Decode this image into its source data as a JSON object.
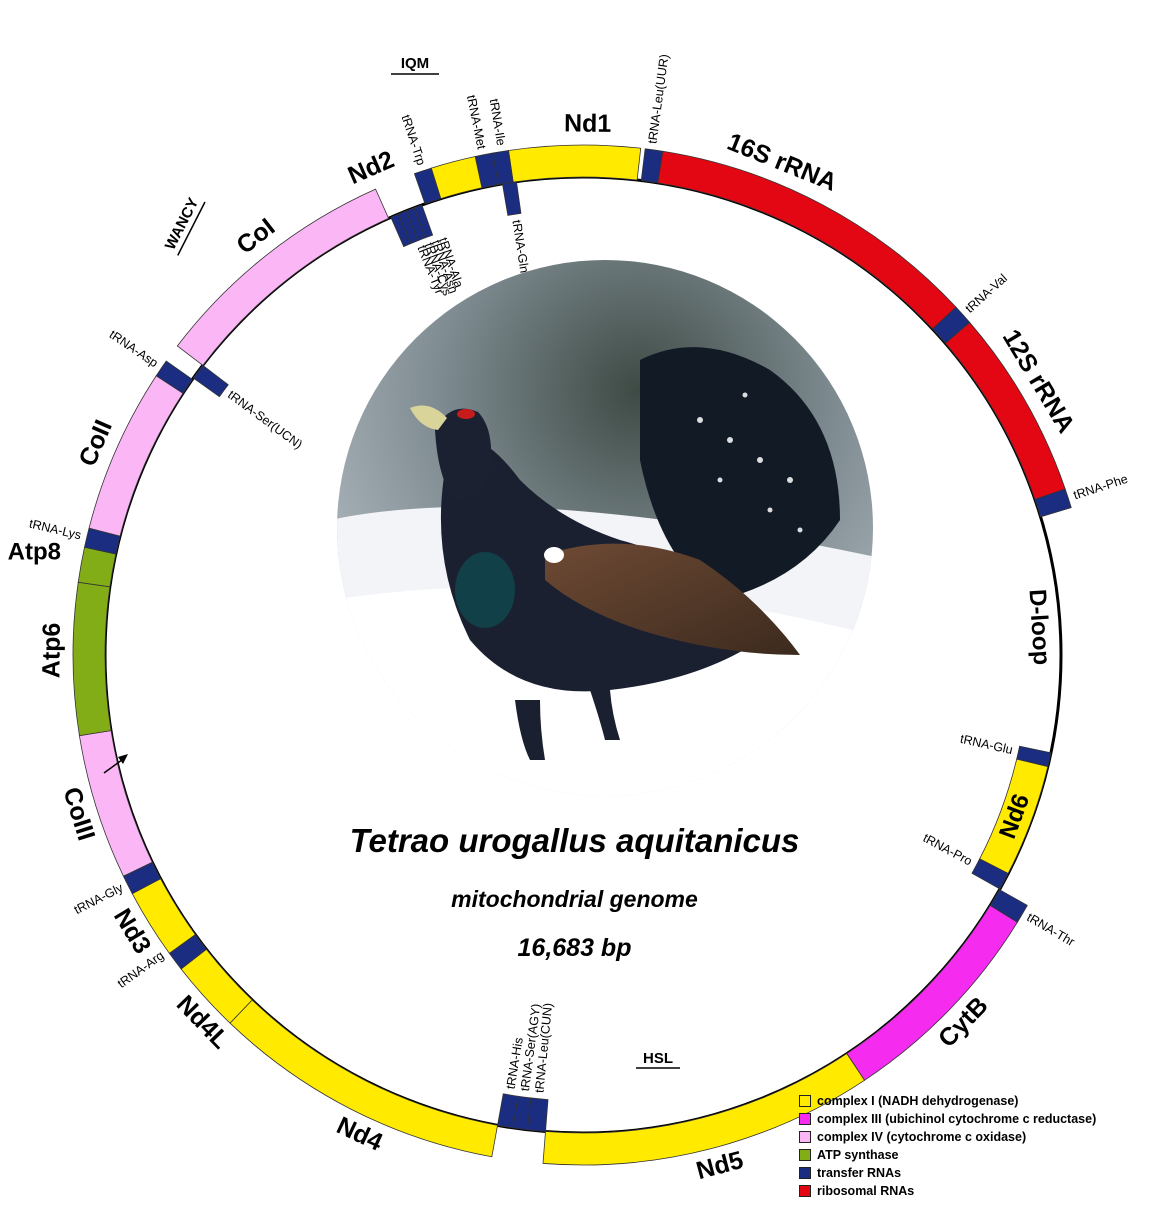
{
  "title": {
    "species": "Tetrao urogallus aquitanicus",
    "subtitle": "mitochondrial genome",
    "length": "16,683 bp"
  },
  "colors": {
    "complexI": "#ffea00",
    "complexIII": "#f52bef",
    "complexIV": "#fbb6f6",
    "atp": "#83ad17",
    "trna": "#1a2d80",
    "rrna": "#e30613"
  },
  "genes": [
    {
      "id": "nd1",
      "name": "Nd1",
      "cls": "complexI",
      "start": 351.6,
      "end": 6.5,
      "label_angle": 0.5,
      "size": 25
    },
    {
      "id": "trna-leu-uur",
      "name": "tRNA-Leu(UUR)",
      "cls": "trna",
      "start": 7.0,
      "end": 9.0,
      "label_angle": 7.8
    },
    {
      "id": "16s-rrna",
      "name": "16S rRNA",
      "cls": "rrna",
      "start": 9.0,
      "end": 47.0,
      "label_angle": 22,
      "size": 25
    },
    {
      "id": "trna-val",
      "name": "tRNA-Val",
      "cls": "trna",
      "start": 47.0,
      "end": 49.3,
      "label_angle": 48.2
    },
    {
      "id": "12s-rrna",
      "name": "12S rRNA",
      "cls": "rrna",
      "start": 49.3,
      "end": 71.0,
      "label_angle": 59,
      "size": 25
    },
    {
      "id": "trna-phe",
      "name": "tRNA-Phe",
      "cls": "trna",
      "start": 71.0,
      "end": 73.2,
      "label_angle": 72.1
    },
    {
      "id": "d-loop",
      "name": "D-loop",
      "cls": "dloop",
      "start": 73.2,
      "end": 101.5,
      "label_angle": 86.5,
      "size": 24
    },
    {
      "id": "trna-glu",
      "name": "tRNA-Glu",
      "cls": "trna",
      "start": 101.8,
      "end": 103.5,
      "label_angle": 102.6,
      "inner": true
    },
    {
      "id": "nd6",
      "name": "Nd6",
      "cls": "complexI",
      "start": 103.5,
      "end": 117.2,
      "label_angle": 110.5,
      "inner": true,
      "size": 24
    },
    {
      "id": "trna-pro",
      "name": "tRNA-Pro",
      "cls": "trna",
      "start": 117.2,
      "end": 119.3,
      "label_angle": 118.2,
      "inner": true
    },
    {
      "id": "trna-thr",
      "name": "tRNA-Thr",
      "cls": "trna",
      "start": 119.4,
      "end": 121.6,
      "label_angle": 120.5
    },
    {
      "id": "cytb",
      "name": "CytB",
      "cls": "complexIII",
      "start": 121.6,
      "end": 146.5,
      "label_angle": 134,
      "size": 25
    },
    {
      "id": "nd5",
      "name": "Nd5",
      "cls": "complexI",
      "start": 146.5,
      "end": 184.5,
      "label_angle": 165,
      "size": 25
    },
    {
      "id": "trna-leu-cun",
      "name": "tRNA-Leu(CUN)",
      "cls": "trna",
      "start": 184.5,
      "end": 186.7,
      "label_angle": 185.6,
      "inner": true
    },
    {
      "id": "trna-ser-agy",
      "name": "tRNA-Ser(AGY)",
      "cls": "trna",
      "start": 186.7,
      "end": 188.4,
      "label_angle": 187.5,
      "inner": true
    },
    {
      "id": "trna-his",
      "name": "tRNA-His",
      "cls": "trna",
      "start": 188.4,
      "end": 190.3,
      "label_angle": 189.4,
      "inner": true
    },
    {
      "id": "nd4",
      "name": "Nd4",
      "cls": "complexI",
      "start": 190.3,
      "end": 223.8,
      "label_angle": 205,
      "size": 25
    },
    {
      "id": "nd4l",
      "name": "Nd4L",
      "cls": "complexI",
      "start": 223.8,
      "end": 232.0,
      "label_angle": 226,
      "size": 25
    },
    {
      "id": "trna-arg",
      "name": "tRNA-Arg",
      "cls": "trna",
      "start": 232.0,
      "end": 234.2,
      "label_angle": 234.5
    },
    {
      "id": "nd3",
      "name": "Nd3",
      "cls": "complexI",
      "start": 234.2,
      "end": 242.1,
      "label_angle": 238.5,
      "size": 25
    },
    {
      "id": "trna-gly",
      "name": "tRNA-Gly",
      "cls": "trna",
      "start": 242.1,
      "end": 244.3,
      "label_angle": 243.2
    },
    {
      "id": "coiii",
      "name": "CoIII",
      "cls": "complexIV",
      "start": 244.3,
      "end": 260.9,
      "label_angle": 252.5,
      "size": 25
    },
    {
      "id": "atp6",
      "name": "Atp6",
      "cls": "atp",
      "start": 260.9,
      "end": 278.2,
      "label_angle": 270.5,
      "size": 25
    },
    {
      "id": "atp8",
      "name": "Atp8",
      "cls": "atp",
      "start": 278.2,
      "end": 282.2,
      "label_angle": 280.5,
      "size": 24
    },
    {
      "id": "trna-lys",
      "name": "tRNA-Lys",
      "cls": "trna",
      "start": 282.2,
      "end": 284.4,
      "label_angle": 283.3
    },
    {
      "id": "coii",
      "name": "CoII",
      "cls": "complexIV",
      "start": 284.4,
      "end": 303.2,
      "label_angle": 293.5,
      "size": 25
    },
    {
      "id": "trna-asp",
      "name": "tRNA-Asp",
      "cls": "trna",
      "start": 303.2,
      "end": 305.2,
      "label_angle": 304.2
    },
    {
      "id": "trna-ser-ucn",
      "name": "tRNA-Ser(UCN)",
      "cls": "trna",
      "start": 305.4,
      "end": 307.3,
      "label_angle": 306.4,
      "inner": true
    },
    {
      "id": "coi",
      "name": "CoI",
      "cls": "complexIV",
      "start": 307.3,
      "end": 336.0,
      "label_angle": 322,
      "size": 25
    },
    {
      "id": "trna-tyr",
      "name": "tRNA-Tyr",
      "cls": "trna",
      "start": 336.3,
      "end": 337.3,
      "label_angle": 338.3,
      "inner": true
    },
    {
      "id": "trna-cys",
      "name": "tRNA-Cys",
      "cls": "trna",
      "start": 337.3,
      "end": 338.3,
      "label_angle": 339.3,
      "inner": true
    },
    {
      "id": "trna-asn",
      "name": "tRNA-Asn",
      "cls": "trna",
      "start": 338.3,
      "end": 339.3,
      "label_angle": 340.3,
      "inner": true
    },
    {
      "id": "trna-ala",
      "name": "tRNA-Ala",
      "cls": "trna",
      "start": 339.3,
      "end": 340.3,
      "label_angle": 341.3,
      "inner": true
    },
    {
      "id": "trna-trp",
      "name": "tRNA-Trp",
      "cls": "trna",
      "start": 340.7,
      "end": 342.7,
      "label_angle": 341.7
    },
    {
      "id": "nd2",
      "name": "Nd2",
      "cls": "complexI",
      "start": 342.7,
      "end": 347.8,
      "label_angle": 336.5,
      "size": 25
    },
    {
      "id": "trna-met",
      "name": "tRNA-Met",
      "cls": "trna",
      "start": 347.8,
      "end": 349.8,
      "label_angle": 348.6
    },
    {
      "id": "trna-ile",
      "name": "tRNA-Ile",
      "cls": "trna",
      "start": 349.8,
      "end": 351.6,
      "label_angle": 350.8
    },
    {
      "id": "trna-gln",
      "name": "tRNA-Gln",
      "cls": "trna",
      "start": 350.3,
      "end": 352.0,
      "label_angle": 351.2,
      "inner": true
    }
  ],
  "groups": [
    {
      "id": "group-wancy",
      "label": "WANCY"
    },
    {
      "id": "group-iqm",
      "label": "IQM"
    },
    {
      "id": "group-hsl",
      "label": "HSL"
    }
  ],
  "legend": [
    {
      "cls": "complexI",
      "label": "complex I (NADH dehydrogenase)"
    },
    {
      "cls": "complexIII",
      "label": "complex III (ubichinol cytochrome c reductase)"
    },
    {
      "cls": "complexIV",
      "label": "complex IV (cytochrome c oxidase)"
    },
    {
      "cls": "atp",
      "label": "ATP synthase"
    },
    {
      "cls": "trna",
      "label": "transfer RNAs"
    },
    {
      "cls": "rrna",
      "label": "ribosomal RNAs"
    }
  ]
}
